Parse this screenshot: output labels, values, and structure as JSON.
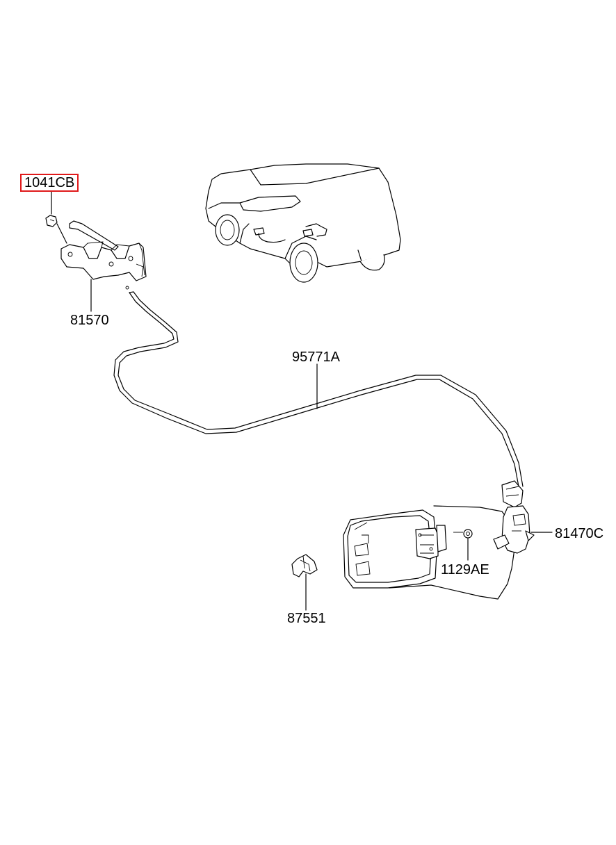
{
  "labels": {
    "part_1041cb": "1041CB",
    "part_81570": "81570",
    "part_95771a": "95771A",
    "part_81470c": "81470C",
    "part_1129ae": "1129AE",
    "part_87551": "87551"
  },
  "colors": {
    "highlight": "#e0191a",
    "line": "#000000",
    "background": "#ffffff"
  }
}
